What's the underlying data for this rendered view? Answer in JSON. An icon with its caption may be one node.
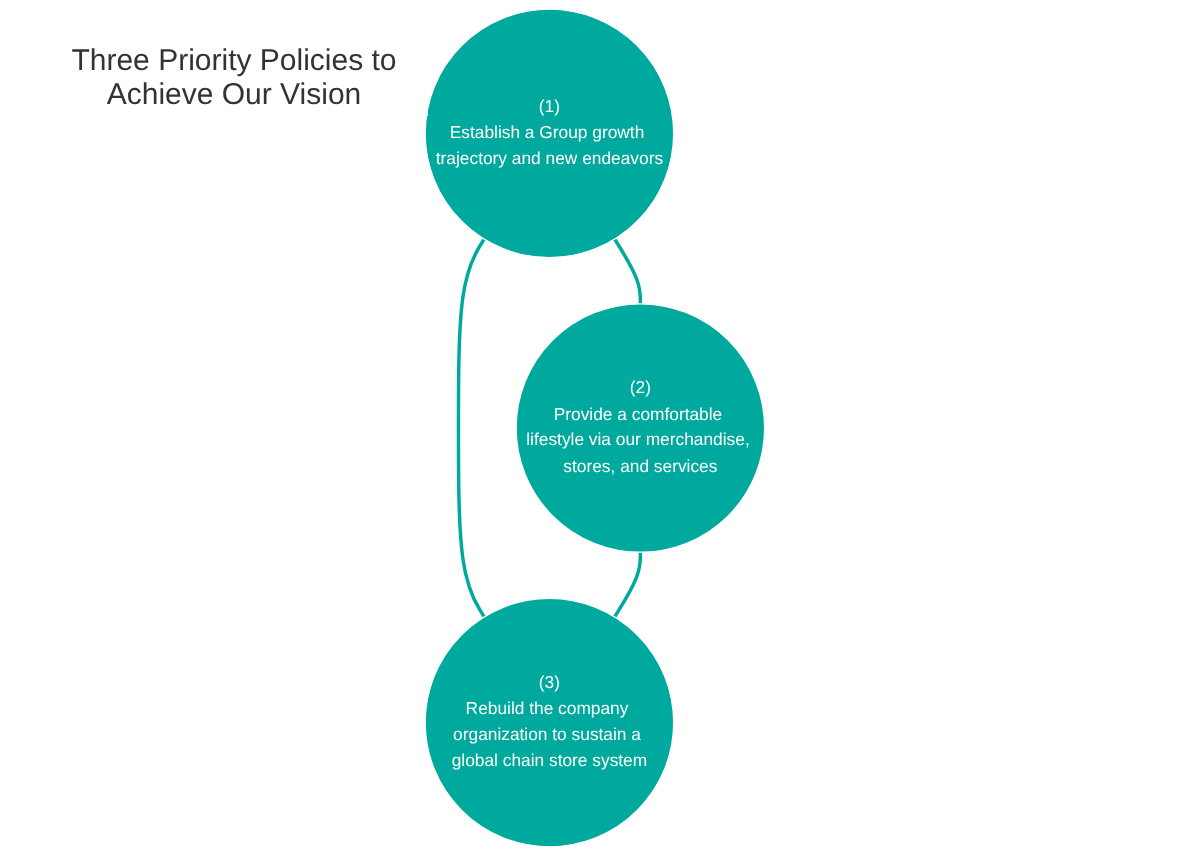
{
  "diagram": {
    "nodes": [
      {
        "text": [
          "(1)",
          "Establish a Group growth trajectory and new endeavors"
        ]
      },
      {
        "text": [
          "(2)",
          "Provide a comfortable lifestyle via our merchandise, stores, and services"
        ]
      },
      {
        "text": [
          "(3)",
          "Rebuild the company organization to sustain a global chain store system"
        ]
      }
    ],
    "edges": [
      {
        "from": 0,
        "to": 1,
        "arrow": "none"
      },
      {
        "from": 0,
        "to": 2,
        "arrow": "none"
      },
      {
        "from": 1,
        "to": 2,
        "arrow": "none"
      }
    ],
    "labels": [
      "Three Priority Policies to Achieve Our Vision"
    ]
  }
}
